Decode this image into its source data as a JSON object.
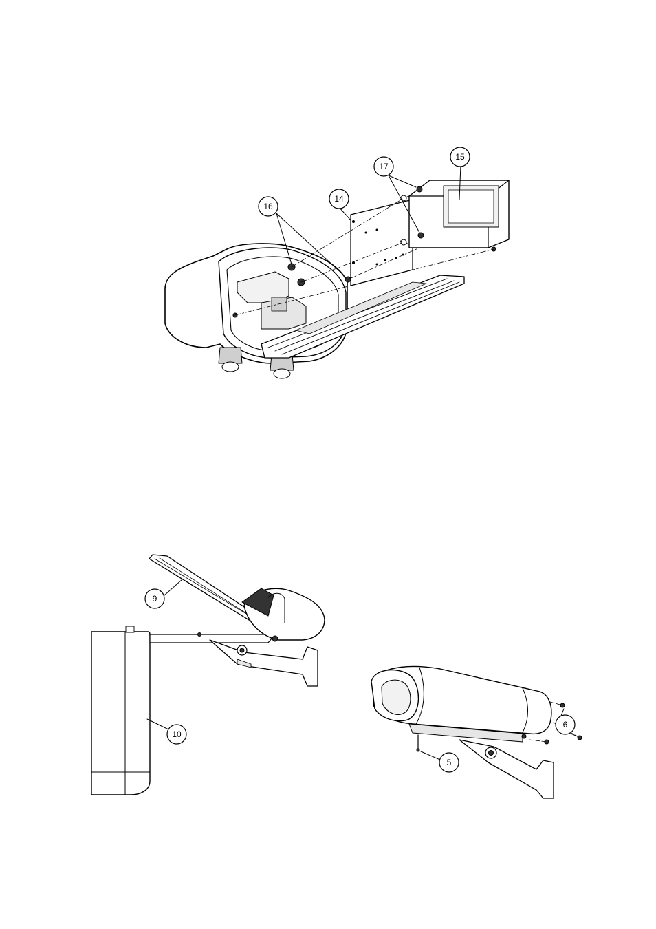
{
  "figures": {
    "top": {
      "callouts": [
        {
          "id": "c14",
          "label": "14"
        },
        {
          "id": "c15",
          "label": "15"
        },
        {
          "id": "c16",
          "label": "16"
        },
        {
          "id": "c17",
          "label": "17"
        }
      ]
    },
    "bottom_left": {
      "callouts": [
        {
          "id": "c9",
          "label": "9"
        },
        {
          "id": "c10",
          "label": "10"
        }
      ]
    },
    "bottom_right": {
      "callouts": [
        {
          "id": "c5",
          "label": "5"
        },
        {
          "id": "c6",
          "label": "6"
        }
      ]
    }
  },
  "colors": {
    "line": "#000000",
    "fill": "#ffffff",
    "shade": "#e6e6e6",
    "dark": "#333333"
  }
}
